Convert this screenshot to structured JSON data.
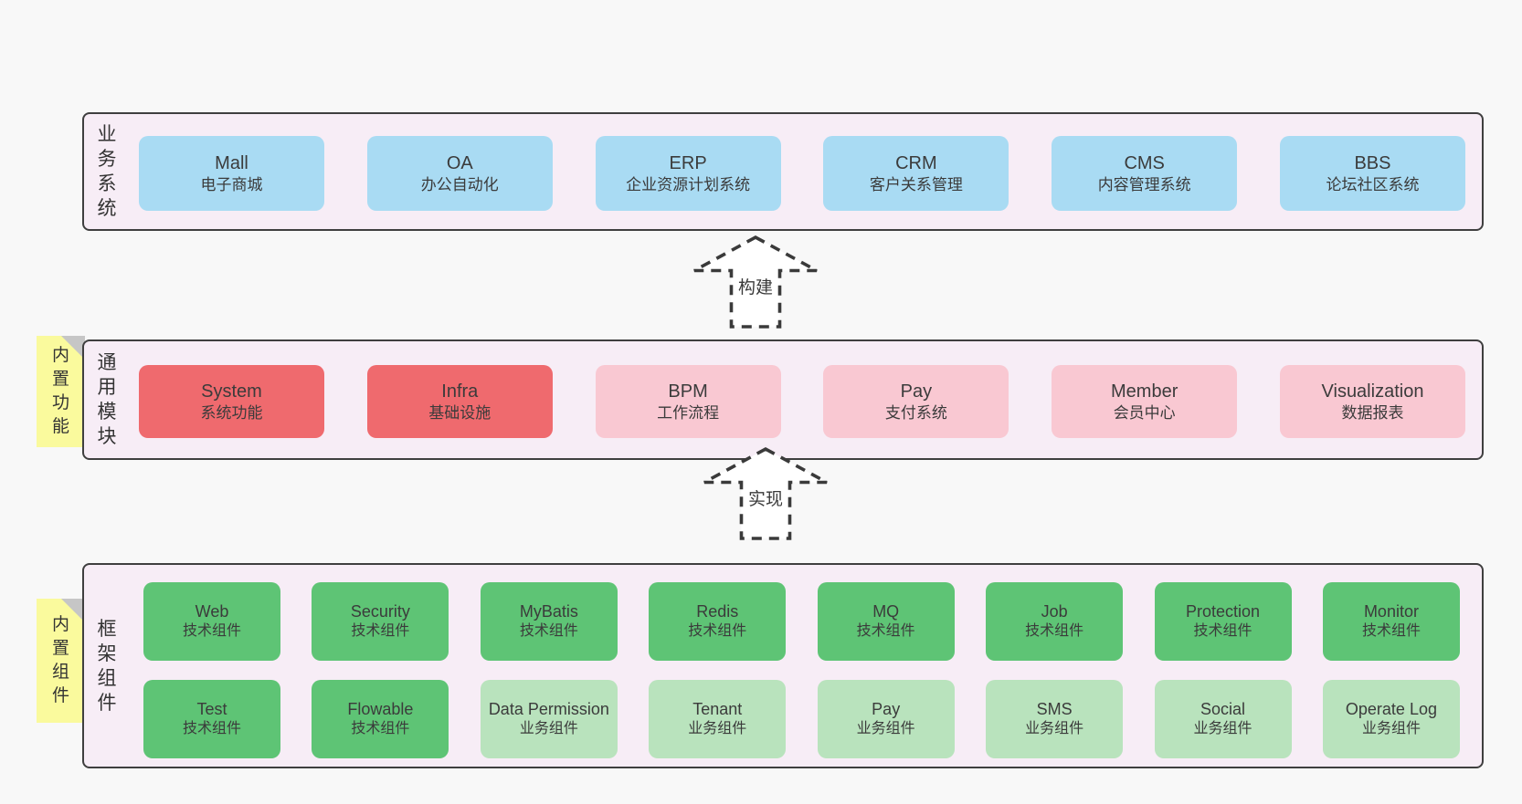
{
  "colors": {
    "page_background": "#f8f8f8",
    "layer_background": "#f7edf6",
    "layer_border": "#3f3f3f",
    "box_blue": "#a9dbf3",
    "box_red": "#ef6a6e",
    "box_pink": "#f9c8d2",
    "box_green": "#5ec475",
    "box_green_light": "#b9e3bd",
    "sticky_note_yellow": "#fafa9d",
    "sticky_fold_gray": "#c6c6c6",
    "text": "#3a3a3a"
  },
  "arrows": [
    {
      "label": "构建"
    },
    {
      "label": "实现"
    }
  ],
  "layers": [
    {
      "side_label": "业务系统",
      "boxes": [
        {
          "title": "Mall",
          "subtitle": "电子商城",
          "variant": "blue"
        },
        {
          "title": "OA",
          "subtitle": "办公自动化",
          "variant": "blue"
        },
        {
          "title": "ERP",
          "subtitle": "企业资源计划系统",
          "variant": "blue"
        },
        {
          "title": "CRM",
          "subtitle": "客户关系管理",
          "variant": "blue"
        },
        {
          "title": "CMS",
          "subtitle": "内容管理系统",
          "variant": "blue"
        },
        {
          "title": "BBS",
          "subtitle": "论坛社区系统",
          "variant": "blue"
        }
      ]
    },
    {
      "note": "内置功能",
      "side_label": "通用模块",
      "boxes": [
        {
          "title": "System",
          "subtitle": "系统功能",
          "variant": "red"
        },
        {
          "title": "Infra",
          "subtitle": "基础设施",
          "variant": "red"
        },
        {
          "title": "BPM",
          "subtitle": "工作流程",
          "variant": "pink"
        },
        {
          "title": "Pay",
          "subtitle": "支付系统",
          "variant": "pink"
        },
        {
          "title": "Member",
          "subtitle": "会员中心",
          "variant": "pink"
        },
        {
          "title": "Visualization",
          "subtitle": "数据报表",
          "variant": "pink"
        }
      ]
    },
    {
      "note": "内置组件",
      "side_label": "框架组件",
      "rows": [
        [
          {
            "title": "Web",
            "subtitle": "技术组件",
            "variant": "green"
          },
          {
            "title": "Security",
            "subtitle": "技术组件",
            "variant": "green"
          },
          {
            "title": "MyBatis",
            "subtitle": "技术组件",
            "variant": "green"
          },
          {
            "title": "Redis",
            "subtitle": "技术组件",
            "variant": "green"
          },
          {
            "title": "MQ",
            "subtitle": "技术组件",
            "variant": "green"
          },
          {
            "title": "Job",
            "subtitle": "技术组件",
            "variant": "green"
          },
          {
            "title": "Protection",
            "subtitle": "技术组件",
            "variant": "green"
          },
          {
            "title": "Monitor",
            "subtitle": "技术组件",
            "variant": "green"
          }
        ],
        [
          {
            "title": "Test",
            "subtitle": "技术组件",
            "variant": "green"
          },
          {
            "title": "Flowable",
            "subtitle": "技术组件",
            "variant": "green"
          },
          {
            "title": "Data Permission",
            "subtitle": "业务组件",
            "variant": "green-light"
          },
          {
            "title": "Tenant",
            "subtitle": "业务组件",
            "variant": "green-light"
          },
          {
            "title": "Pay",
            "subtitle": "业务组件",
            "variant": "green-light"
          },
          {
            "title": "SMS",
            "subtitle": "业务组件",
            "variant": "green-light"
          },
          {
            "title": "Social",
            "subtitle": "业务组件",
            "variant": "green-light"
          },
          {
            "title": "Operate Log",
            "subtitle": "业务组件",
            "variant": "green-light"
          }
        ]
      ]
    }
  ]
}
